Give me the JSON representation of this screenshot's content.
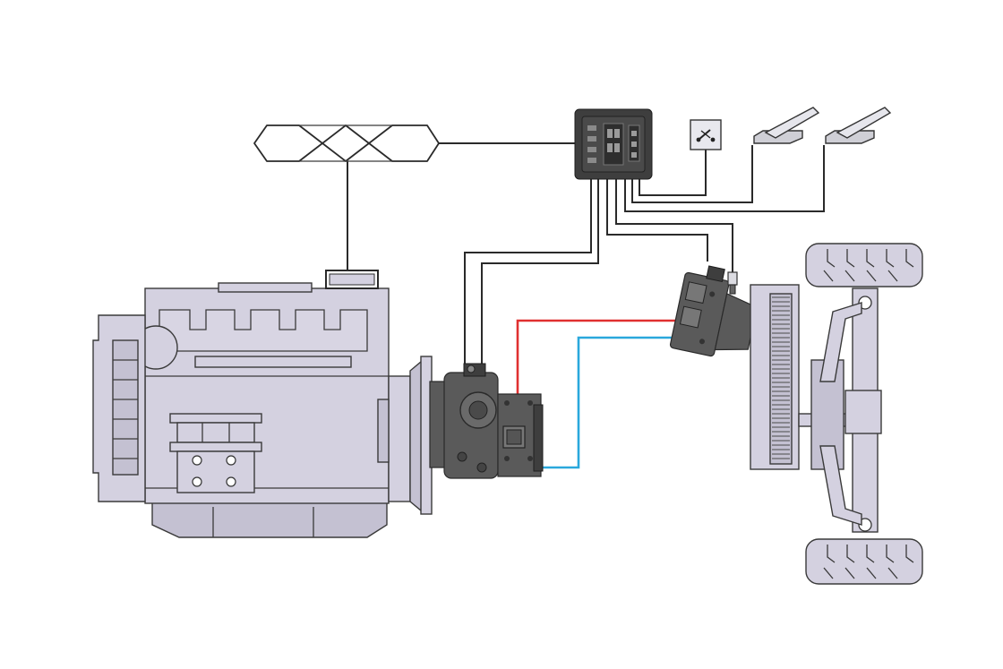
{
  "colors": {
    "background": "#ffffff",
    "component_fill": "#d4d1e0",
    "pump_fill": "#5a5a5a",
    "high_pressure_line": "#e03030",
    "low_pressure_line": "#2aa8dc"
  },
  "components": [
    {
      "id": "joystick",
      "icon": "double-twist-joystick-icon"
    },
    {
      "id": "control-unit",
      "icon": "electronic-control-unit-icon"
    },
    {
      "id": "switch",
      "icon": "toggle-switch-icon"
    },
    {
      "id": "pedal-1",
      "icon": "pedal-icon"
    },
    {
      "id": "pedal-2",
      "icon": "pedal-icon"
    },
    {
      "id": "diesel-engine",
      "icon": "diesel-engine-icon"
    },
    {
      "id": "hydraulic-pump",
      "icon": "hydraulic-pump-icon"
    },
    {
      "id": "hydraulic-motor",
      "icon": "hydraulic-motor-icon"
    },
    {
      "id": "axle-wheels",
      "icon": "axle-wheels-icon"
    }
  ]
}
